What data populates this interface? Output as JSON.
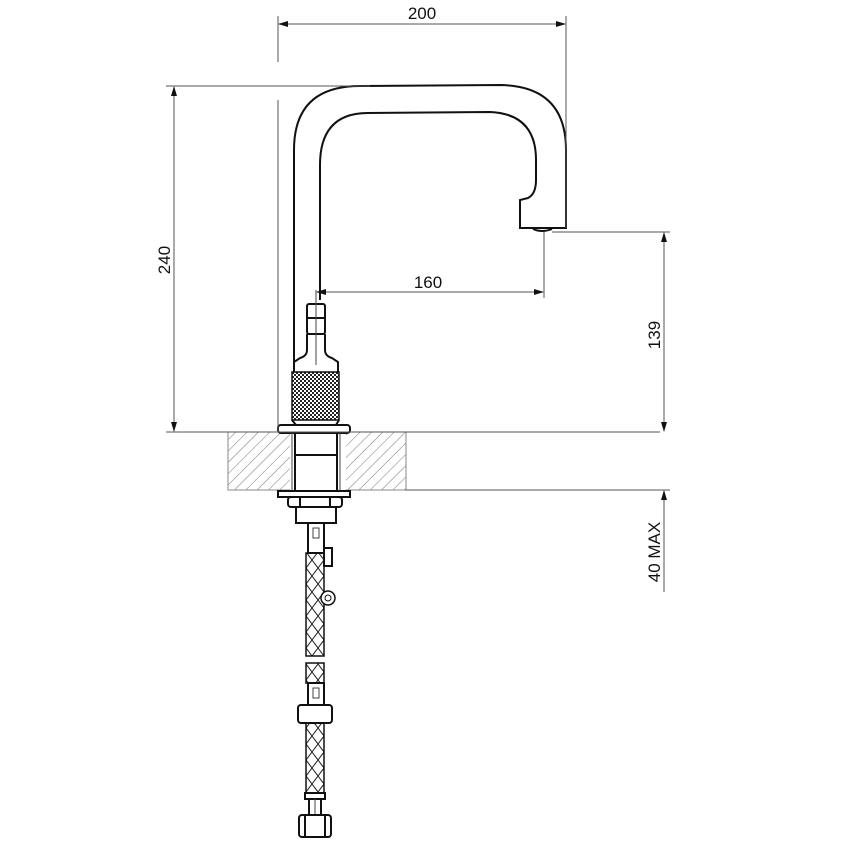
{
  "drawing": {
    "subject": "Single-hole basin faucet technical drawing (side elevation)",
    "colors": {
      "line": "#111111",
      "dimension": "#555555",
      "background": "#ffffff",
      "knurl": "#222222"
    },
    "dimensions": {
      "overall_width": {
        "value": "200",
        "orientation": "horizontal"
      },
      "overall_height": {
        "value": "240",
        "orientation": "vertical"
      },
      "spout_reach": {
        "value": "160",
        "orientation": "horizontal"
      },
      "spout_clearance": {
        "value": "139",
        "orientation": "vertical"
      },
      "deck_thickness": {
        "value": "40 MAX",
        "orientation": "vertical"
      }
    },
    "parts": [
      "spout",
      "knurled-body",
      "base-flange",
      "countertop-section",
      "mounting-nut",
      "flexible-hose",
      "hose-connector"
    ]
  }
}
